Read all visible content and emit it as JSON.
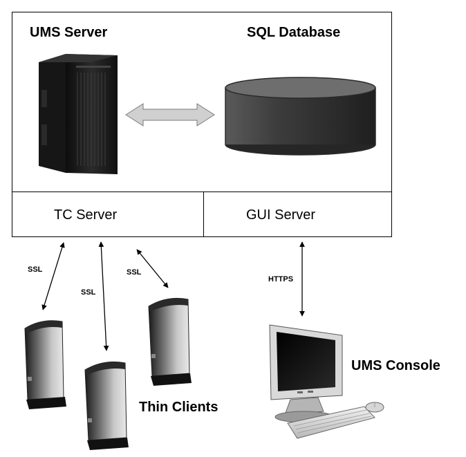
{
  "ums_server": {
    "label": "UMS Server"
  },
  "sql_database": {
    "label": "SQL Database"
  },
  "tc_server": {
    "label": "TC Server"
  },
  "gui_server": {
    "label": "GUI Server"
  },
  "connections": {
    "ssl_1": "SSL",
    "ssl_2": "SSL",
    "ssl_3": "SSL",
    "https": "HTTPS"
  },
  "thin_clients": {
    "label": "Thin Clients"
  },
  "ums_console": {
    "label": "UMS Console"
  },
  "colors": {
    "line": "#000000",
    "arrow_fill": "#d0d0d0",
    "db_dark": "#3a3a3a",
    "tower": "#1e1e1e"
  }
}
